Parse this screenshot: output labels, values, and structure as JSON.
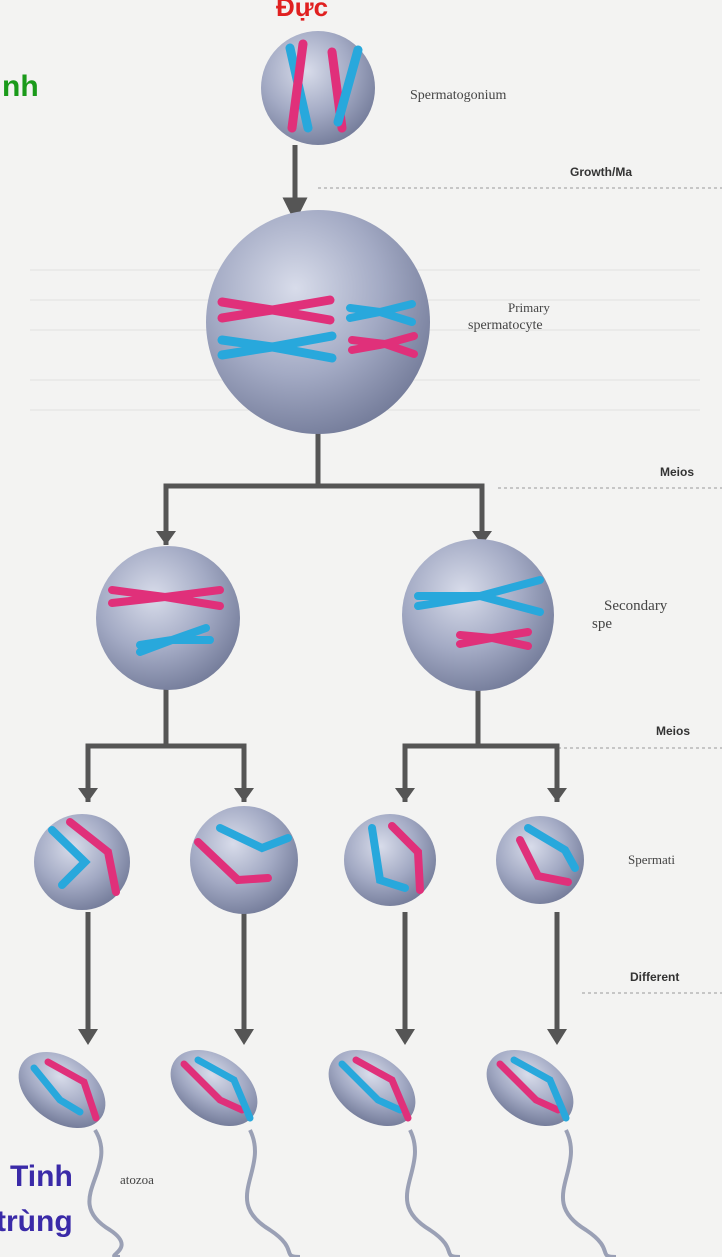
{
  "heading": {
    "text": "Đực",
    "color": "#e02020"
  },
  "left_partial": {
    "text": "nh",
    "color": "#1a9a1a"
  },
  "bottom_left": {
    "line1": "Tinh",
    "line2": "trùng",
    "color": "#3a2aa8"
  },
  "stages": {
    "spermatogonium": "Spermatogonium",
    "primary_1": "Primary",
    "primary_2": "spermatocyte",
    "secondary_1": "Secondary",
    "secondary_2": "spe",
    "spermatid": "Spermati",
    "spermatozoa": "atozoa"
  },
  "phases": {
    "growth": "Growth/Ma",
    "meiosis1": "Meios",
    "meiosis2": "Meios",
    "differentiation": "Different"
  },
  "colors": {
    "maternal": "#e0307a",
    "paternal": "#28a8dc",
    "cell": "#a6adc6",
    "arrow": "#555555"
  }
}
